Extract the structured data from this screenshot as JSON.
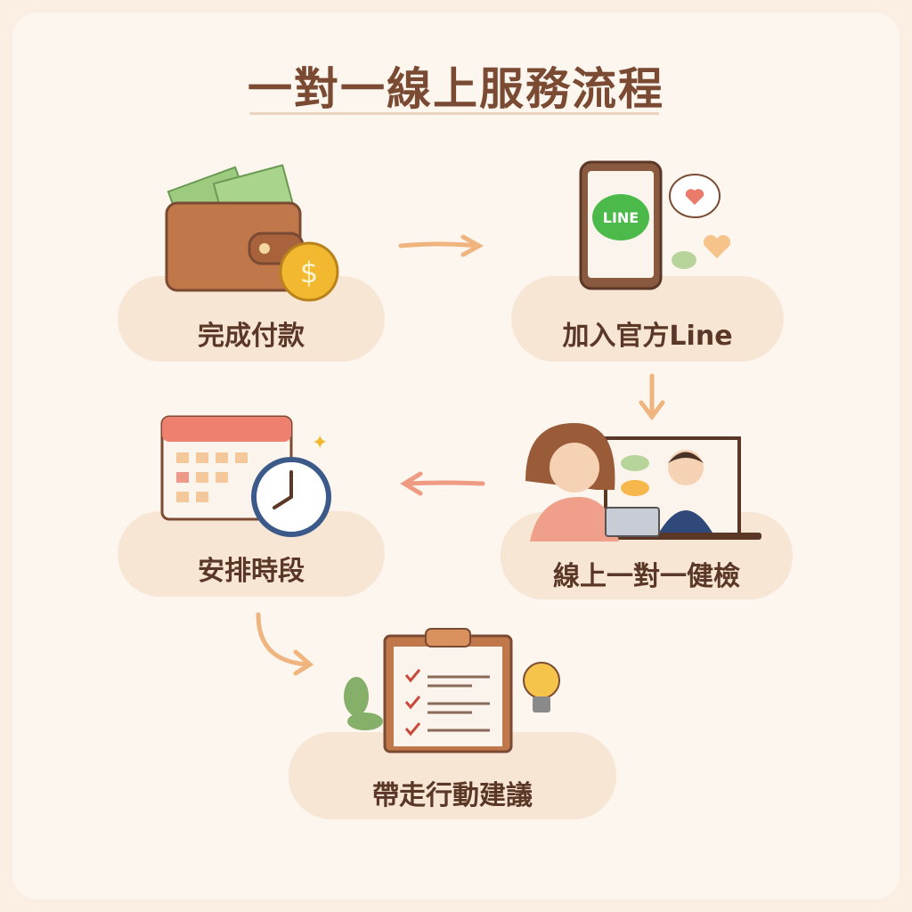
{
  "title": "一對一線上服務流程",
  "steps": [
    {
      "label": "完成付款",
      "icon": "wallet-icon"
    },
    {
      "label": "加入官方Line",
      "icon": "phone-line-icon",
      "badge": "LINE"
    },
    {
      "label": "線上一對一健檢",
      "icon": "video-call-icon"
    },
    {
      "label": "安排時段",
      "icon": "calendar-clock-icon"
    },
    {
      "label": "帶走行動建議",
      "icon": "checklist-icon"
    }
  ],
  "colors": {
    "arrow": "#f0b47f",
    "text": "#5a3726",
    "title": "#7a4a33",
    "pill": "#f8e6d5",
    "line_green": "#4cba4a"
  }
}
